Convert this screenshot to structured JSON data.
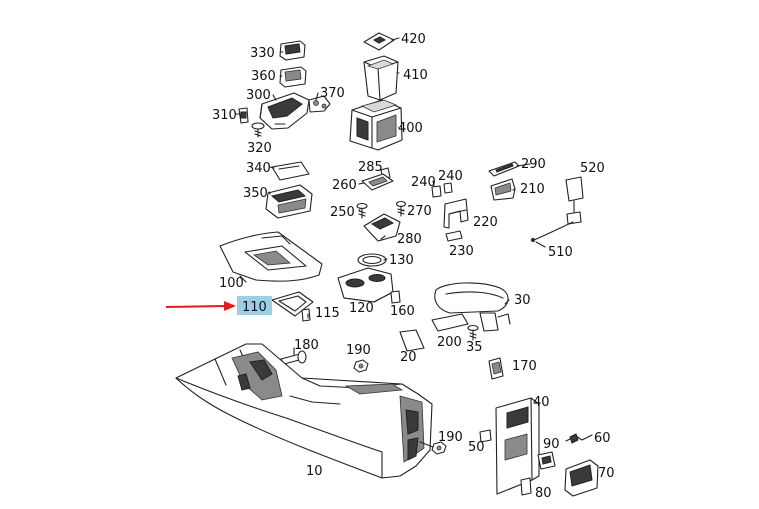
{
  "diagram": {
    "part_labels": [
      "330",
      "360",
      "300",
      "370",
      "310",
      "320",
      "420",
      "410",
      "400",
      "340",
      "350",
      "285",
      "260",
      "240",
      "240",
      "290",
      "210",
      "520",
      "250",
      "270",
      "220",
      "280",
      "230",
      "510",
      "100",
      "130",
      "110",
      "115",
      "120",
      "160",
      "30",
      "180",
      "190",
      "200",
      "35",
      "20",
      "170",
      "40",
      "190",
      "50",
      "90",
      "60",
      "10",
      "70",
      "80"
    ],
    "highlighted_label": "110",
    "highlight_color": "#9ccfe6",
    "arrow_color": "#e31b1b"
  }
}
